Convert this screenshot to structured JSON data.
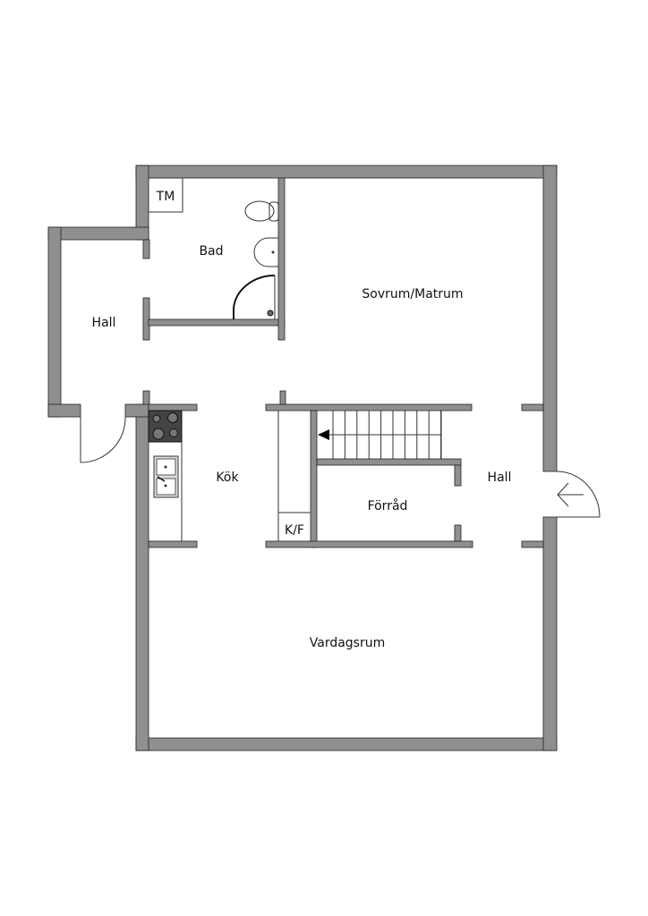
{
  "rooms": {
    "tm": "TM",
    "bad": "Bad",
    "hall_left": "Hall",
    "sovrum": "Sovrum/Matrum",
    "kok": "Kök",
    "kf": "K/F",
    "forrad": "Förråd",
    "hall_right": "Hall",
    "vardagsrum": "Vardagsrum"
  },
  "colors": {
    "wall": "#8f8f8f",
    "line": "#222222"
  }
}
